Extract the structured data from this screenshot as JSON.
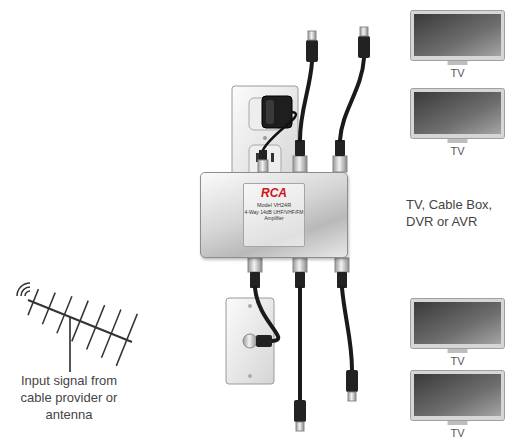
{
  "diagram": {
    "nodes": [
      {
        "text": [
          "TV"
        ]
      },
      {
        "text": [
          "TV"
        ]
      },
      {
        "text": [
          "RCA",
          "Model VH24R",
          "4-Way 14dB UHF/VHF/FM Amplifier"
        ]
      },
      {
        "text": [
          "TV"
        ]
      },
      {
        "text": [
          "TV"
        ]
      }
    ],
    "labels": [
      "TV, Cable Box, DVR or AVR",
      "Input signal from cable provider or antenna"
    ]
  }
}
